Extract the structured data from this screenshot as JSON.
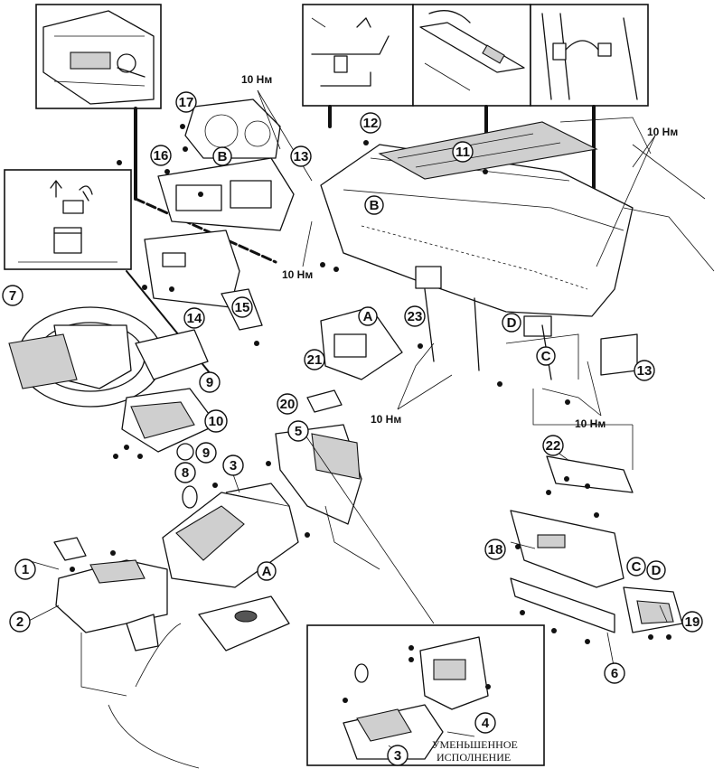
{
  "diagram": {
    "part_numbers": [
      "1",
      "2",
      "3",
      "4",
      "5",
      "6",
      "7",
      "8",
      "9",
      "10",
      "11",
      "12",
      "13",
      "14",
      "15",
      "16",
      "17",
      "18",
      "19",
      "20",
      "21",
      "22",
      "23"
    ],
    "letter_markers": [
      "A",
      "B",
      "C",
      "D"
    ],
    "torque_label": "10 Нм",
    "caption_line1": "УМЕНЬШЕННОЕ",
    "caption_line2": "ИСПОЛНЕНИЕ"
  }
}
